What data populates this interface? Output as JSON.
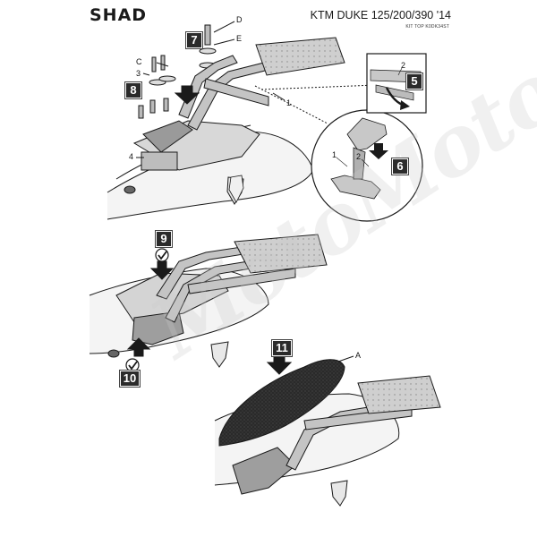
{
  "header": {
    "brand": "SHAD",
    "model": "KTM DUKE 125/200/390 '14",
    "kit_code": "KIT TOP K0DK34ST"
  },
  "steps": {
    "s5": "5",
    "s6": "6",
    "s7": "7",
    "s8": "8",
    "s9": "9",
    "s10": "10",
    "s11": "11"
  },
  "parts": {
    "a": "A",
    "c": "C",
    "d": "D",
    "e": "E",
    "n1": "1",
    "n1b": "1",
    "n2": "2",
    "n2b": "2",
    "n3": "3",
    "n4": "4"
  },
  "watermark": "MotoMoto",
  "colors": {
    "ink": "#1a1a1a",
    "rack": "#b8b8b8",
    "fill": "#e4e4e4",
    "step_box": "#2b2b2b"
  }
}
